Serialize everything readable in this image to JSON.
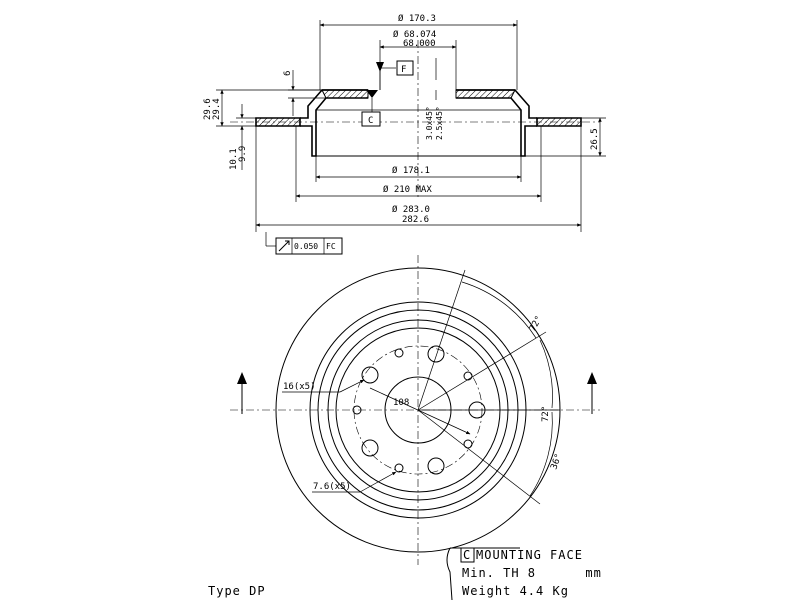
{
  "dimensions": {
    "d_170_3": "Ø 170.3",
    "d_68_074": "Ø 68.074",
    "d_68_000": "68.000",
    "d_178_1": "Ø 178.1",
    "d_210": "Ø 210 MAX",
    "d_283_0": "Ø 283.0",
    "d_282_6": "282.6",
    "h_29_6": "29.6",
    "h_29_4": "29.4",
    "h_10_1": "10.1",
    "h_9_9": "9.9",
    "h_6": "6",
    "h_26_5": "26.5",
    "chamfer_a": "3.0x45°",
    "chamfer_b": "2.5x45°",
    "pcd": "108",
    "hole_large": "16(x5)",
    "hole_small": "7.6(x5)",
    "ang_72_top": "72°",
    "ang_72_right": "72°",
    "ang_36": "36°"
  },
  "tolerance": {
    "value": "0.050",
    "datum": "FC"
  },
  "datum_labels": {
    "f": "F",
    "c": "C"
  },
  "notes": {
    "mounting_face_code": "C",
    "mounting_face": "MOUNTING FACE",
    "min_th": "Min. TH 8      mm",
    "weight": "Weight 4.4 Kg",
    "type": "Type DP"
  }
}
